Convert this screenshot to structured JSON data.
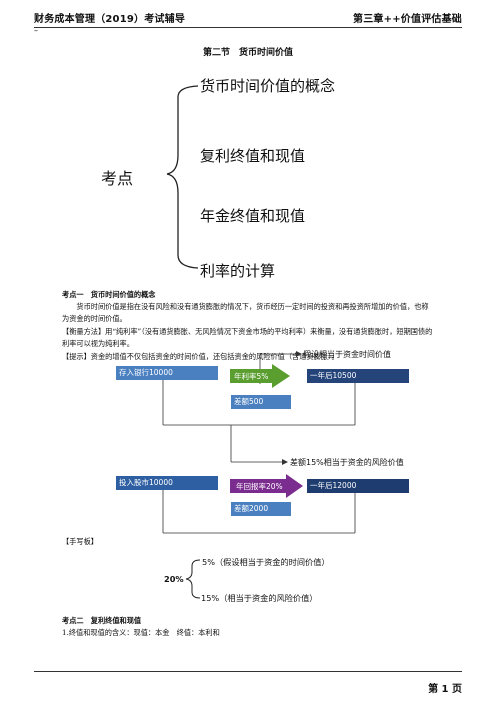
{
  "header": {
    "left": "财务成本管理（2019）考试辅导",
    "right": "第三章++价值评估基础",
    "dash": "–"
  },
  "section_title": "第二节　货币时间价值",
  "mindmap": {
    "root": "考点",
    "items": [
      "货币时间价值的概念",
      "复利终值和现值",
      "年金终值和现值",
      "利率的计算"
    ]
  },
  "point1": {
    "title": "考点一　货币时间价值的概念",
    "p1": "货币时间价值是指在没有风险和没有通货膨胀的情况下，货币经历一定时间的投资和再投资所增加的价值，也称为资金的时间价值。",
    "p2": "【衡量方法】用“纯利率”（没有通货膨胀、无风险情况下资金市场的平均利率）来衡量，没有通货膨胀时，短期国债的利率可以视为纯利率。",
    "p3": "【提示】资金的增值不仅包括资金的时间价值，还包括资金的风险价值（含通货膨胀）。"
  },
  "diagram": {
    "note_top": "假设相当于资金时间价值",
    "deposit": "存入银行10000",
    "rate_a": "年利率5%",
    "after_a": "一年后10500",
    "diff_a": "差额500",
    "note_mid": "差额15%相当于资金的风险价值",
    "stock": "投入股市10000",
    "rate_b": "年回报率20%",
    "after_b": "一年后12000",
    "diff_b": "差额2000"
  },
  "handwritten": {
    "label": "【手写板】",
    "total": "20%",
    "top": "5%（假设相当于资金的时间价值）",
    "bottom": "15%（相当于资金的风险价值）"
  },
  "point2": {
    "title": "考点二　复利终值和现值",
    "line1": "1.终值和现值的含义：现值：本金　终值：本利和"
  },
  "footer": {
    "page": "第 1 页"
  },
  "colors": {
    "box_blue": "#4a7fc0",
    "box_navy": "#24447a",
    "arrow_green": "#5a9e2f",
    "arrow_purple": "#7b2c8f"
  }
}
